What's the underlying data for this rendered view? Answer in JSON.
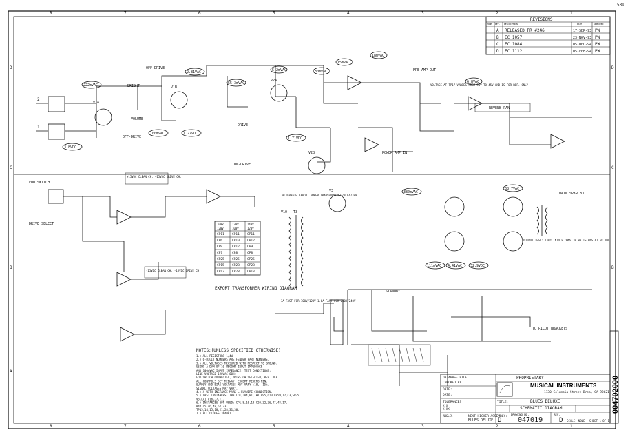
{
  "page_number": "539",
  "zones_top": [
    "8",
    "7",
    "6",
    "5",
    "4",
    "3",
    "2",
    "1"
  ],
  "zones_side": [
    "D",
    "C",
    "B",
    "A"
  ],
  "revisions": {
    "title": "REVISIONS",
    "headers": [
      "ZONE",
      "REV.",
      "DESCRIPTION",
      "DATE",
      "APPROVED"
    ],
    "rows": [
      {
        "rev": "A",
        "desc": "RELEASED PR #246",
        "date": "17-SEP-93",
        "by": "PW"
      },
      {
        "rev": "B",
        "desc": "EC 1057",
        "date": "23-NOV-93",
        "by": "PW"
      },
      {
        "rev": "C",
        "desc": "EC 1084",
        "date": "05-DEC-94",
        "by": "PW"
      },
      {
        "rev": "D",
        "desc": "EC 1112",
        "date": "05-FEB-94",
        "by": "PW"
      }
    ]
  },
  "labels": {
    "pre_amp_out": "PRE-AMP OUT",
    "power_amp_in": "POWER AMP IN",
    "reverb_pan": "REVERB PAN",
    "overdrive": "OFF-DRIVE",
    "overdrive2": "OFF-DRIVE",
    "bright": "BRIGHT",
    "volume": "VOLUME",
    "drive": "DRIVE",
    "on_drive": "ON-DRIVE",
    "footswitch": "FOOTSWITCH",
    "drive_select": "DRIVE SELECT",
    "main_spkr": "MAIN SPKR 8Ω",
    "output_test": "OUTPUT TEST: 1KHz INTO 8 OHMS 30 WATTS RMS AT 58 THD",
    "tp17_note": "VOLTAGE AT TP17 VARIES FROM 90V TO 45V AND IS FOR REF. ONLY.",
    "alt_export": "ALTERNATE EXPORT POWER TRANSFORMER P/N 047389",
    "export_diagram": "EXPORT TRANSFORMER WIRING DIAGRAM",
    "fuse": "3A FAST FOR 100V/120V 1.6A FAST FOR 230V/240V",
    "to_pilot": "TO PILOT BRACKETS",
    "standby": "STANDBY",
    "clean_ch": "+15VDC CLEAN CH. +15VDC DRIVE CH.",
    "clean_ch2": "-15VDC CLEAN CH. -15VDC DRIVE CH.",
    "tp_volt_1": "222mVAC",
    "tp_volt_2": "2.81VAC",
    "tp_volt_3": "5.2mVAC",
    "tp_volt_4": "55.3mVAC",
    "tp_volt_5": "15mVAC",
    "tp_volt_6": "18mVAC",
    "tp_volt_7": "100mVAC",
    "tp_volt_8": "1.27VDC",
    "tp_volt_9": "1.71VDC",
    "tp_volt_10": "3.8VDC",
    "tp_volt_11": "30mVAC",
    "tp_volt_12": "6.8VAC",
    "tp_volt_13": "380mVAC",
    "tp_volt_14": "38.7VAC",
    "tp_volt_15": "111mVAC",
    "tp_volt_16": "4.41VAC",
    "tp_volt_17": "32.9VDC"
  },
  "export_table": {
    "headers": [
      "100V",
      "230V",
      "240V"
    ],
    "sub": [
      "120V",
      "100V",
      "120V"
    ],
    "rows": [
      [
        "CP11",
        "CP11",
        "CP11"
      ],
      [
        "CP6",
        "CP10",
        "CP12"
      ],
      [
        "CP9",
        "CP12",
        "CP9"
      ],
      [
        "CP7",
        "CP8",
        "CP8"
      ],
      [
        "CP25",
        "CP25",
        "CP25"
      ],
      [
        "CP15",
        "CP28",
        "CP28"
      ],
      [
        "CP13",
        "CP28",
        "CP13"
      ]
    ]
  },
  "notes": {
    "title": "NOTES:(UNLESS SPECIFIED OTHERWISE)",
    "items": [
      "1.) ALL RESISTORS 1/4W",
      "2.) 6-DIGIT NUMBERS ARE FENDER PART NUMBERS.",
      "3.) ALL VOLTAGES MEASURED WITH RESPECT TO GROUND.",
      "    USING A DVM OF 10 MEGOHM INPUT IMPEDANCE",
      "    AND 100mVAC INPUT IMPEDANCE. TEST CONDITIONS:",
      "    LINE VOLTAGE 120VAC 60Hz",
      "    FOOTSWITCH CONNECTED, DRIVE CH SELECTED, REV. OFF",
      "    ALL CONTROLS SET MIDWAY, EXCEPT REVERB MIN.",
      "    SUPPLY AND BIAS VOLTAGES MAY VARY +10, -15%.",
      "    SIGNAL VOLTAGES MAY VARY.",
      "4.) X WITH INSTANCE MARK = FLYWIRE CONNECTION.",
      "5.) LAST INSTANCES: TP8,LD1,JP4,R1,TH1,P95,C20,CR59,T2,C3,SP25,",
      "    V5,LA1,P16,J7,T1.",
      "6.) INSTANCES NOT USED: CP1,8,10,18,C20,32,36,47,48,17,",
      "    R44,45,46,48,57,73,",
      "    TP15,14,15,18,21,28,31,38.",
      "7.) ALL DIODES 1N4001."
    ]
  },
  "title_block": {
    "database_file": "DATABASE FILE:",
    "checked": "CHECKED BY",
    "date_label": "DATE:",
    "tolerances": "TOLERANCES",
    "tol_rows": [
      "X.X",
      "X.XX",
      "ANGLES"
    ],
    "proprietary": "PROPRIETARY",
    "company": "MUSICAL INSTRUMENTS",
    "address": "1130 Columbia Street Brea, CA 92621",
    "title_label": "TITLE:",
    "title1": "BLUES DELUXE",
    "title2": "SCHEMATIC DIAGRAM",
    "size": "D",
    "drawing_no_label": "DRAWING NO.",
    "drawing_no": "047019",
    "rev_label": "REV.",
    "rev": "D",
    "model": "BLUES DELUXE",
    "next_assy": "NEXT HIGHER ASSEMBLY:",
    "scale": "SCALE: NONE",
    "sheet": "SHEET 1 OF 1",
    "vertical_number": "004702000",
    "vertical_sheet": "SHEET"
  }
}
